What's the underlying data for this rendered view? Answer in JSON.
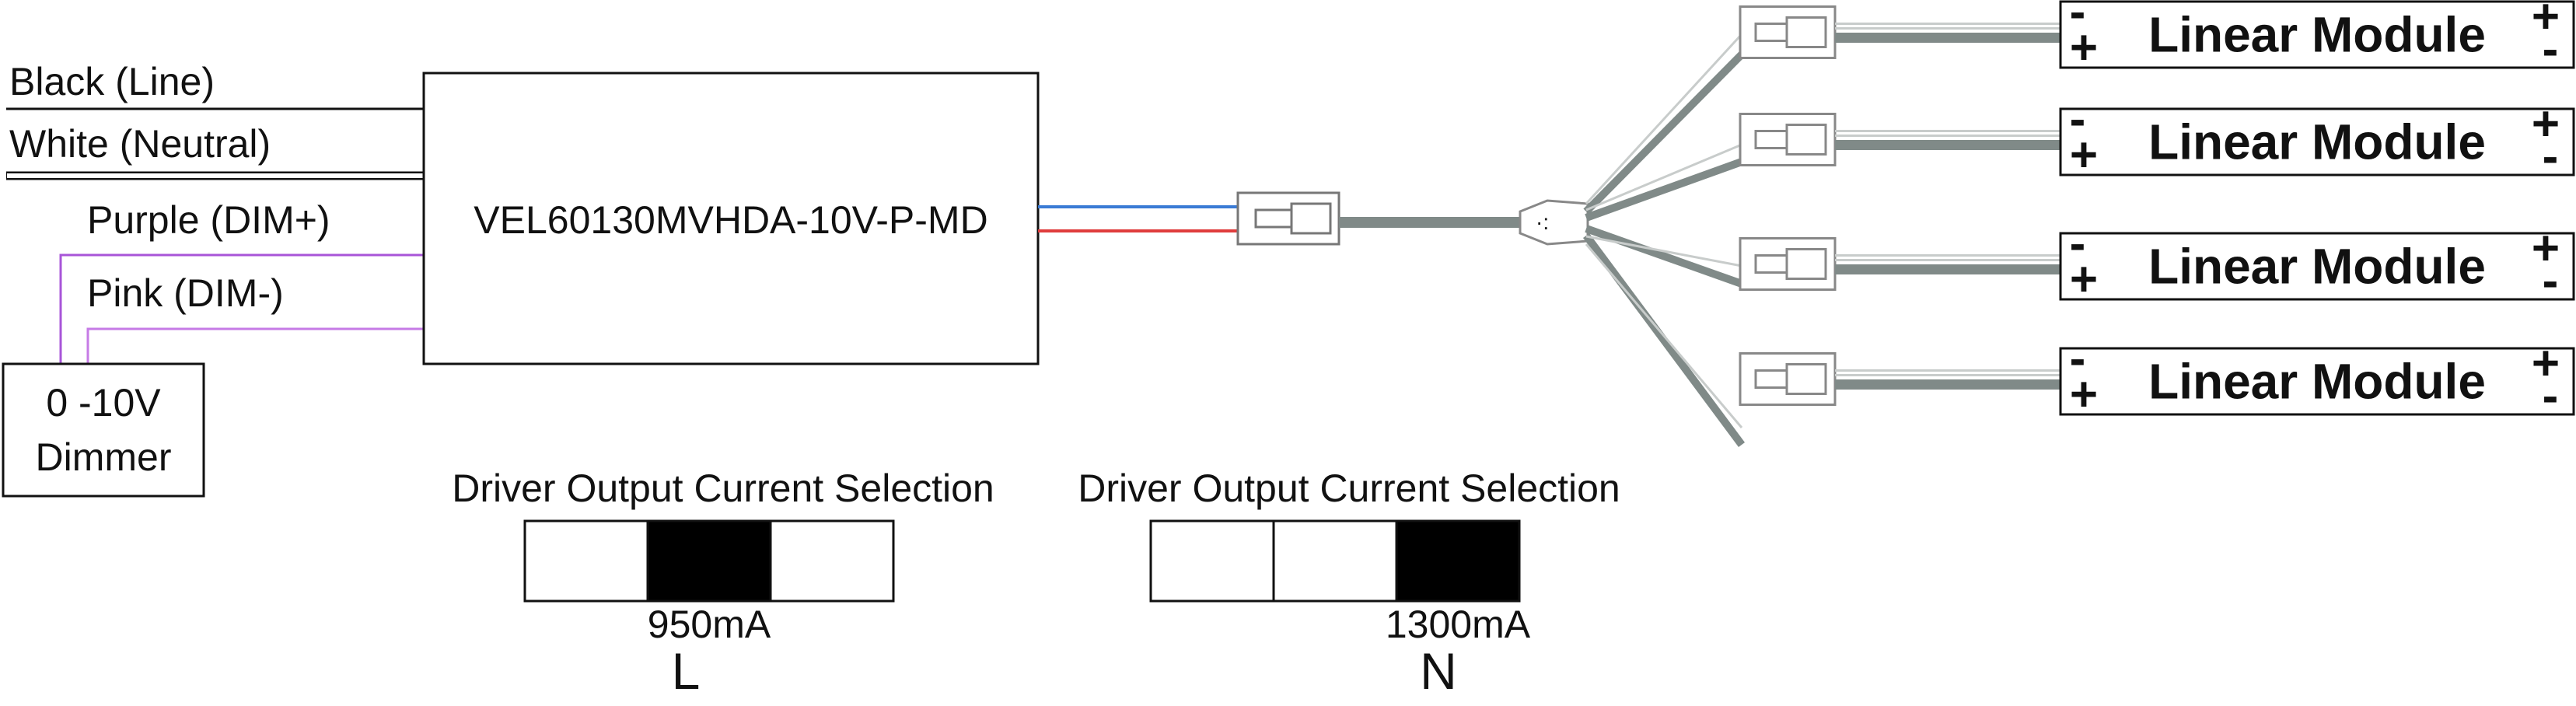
{
  "diagram": {
    "inputs": {
      "black_line": "Black (Line)",
      "white_neutral": "White (Neutral)",
      "purple_dim_plus": "Purple (DIM+)",
      "pink_dim_minus": "Pink (DIM-)"
    },
    "dimmer": {
      "line1": "0 -10V",
      "line2": "Dimmer"
    },
    "driver": {
      "model": "VEL60130MVHDA-10V-P-MD"
    },
    "modules": [
      {
        "label": "Linear Module",
        "left_top": "-",
        "left_bottom": "+",
        "right_top": "+",
        "right_bottom": "-"
      },
      {
        "label": "Linear Module",
        "left_top": "-",
        "left_bottom": "+",
        "right_top": "+",
        "right_bottom": "-"
      },
      {
        "label": "Linear Module",
        "left_top": "-",
        "left_bottom": "+",
        "right_top": "+",
        "right_bottom": "-"
      },
      {
        "label": "Linear Module",
        "left_top": "-",
        "left_bottom": "+",
        "right_top": "+",
        "right_bottom": "-"
      }
    ],
    "current_selection": [
      {
        "title": "Driver Output Current Selection",
        "selected_slot": 2,
        "value": "950mA",
        "letter": "L"
      },
      {
        "title": "Driver Output Current Selection",
        "selected_slot": 3,
        "value": "1300mA",
        "letter": "N"
      }
    ]
  },
  "colors": {
    "wire_blue": "#3a7bd5",
    "wire_red": "#e03c3c",
    "wire_purple": "#a855d8",
    "wire_pink": "#c67be6",
    "cable_gray": "#808a88",
    "outline": "#111111"
  }
}
